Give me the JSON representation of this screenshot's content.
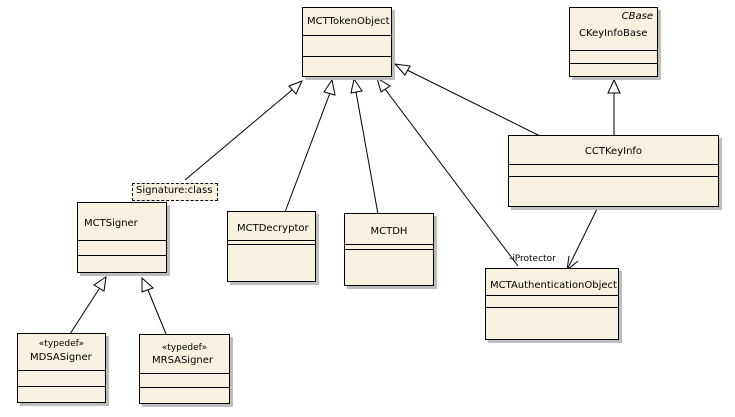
{
  "diagram": {
    "classes": {
      "mct_token_object": {
        "name": "MCTTokenObject"
      },
      "ckeyinfo_base": {
        "name": "CKeyInfoBase",
        "parent_label": "CBase"
      },
      "cct_keyinfo": {
        "name": "CCTKeyInfo"
      },
      "mct_signer": {
        "name": "MCTSigner",
        "template": "Signature:class"
      },
      "mct_decryptor": {
        "name": "MCTDecryptor"
      },
      "mct_dh": {
        "name": "MCTDH"
      },
      "mct_auth_object": {
        "name": "MCTAuthenticationObject"
      },
      "mdsa_signer": {
        "name": "MDSASigner",
        "stereotype": "«typedef»"
      },
      "mrsa_signer": {
        "name": "MRSASigner",
        "stereotype": "«typedef»"
      }
    },
    "association_role": "-iProtector",
    "line_color": "#000000",
    "class_fill": "#f8f1e0"
  }
}
